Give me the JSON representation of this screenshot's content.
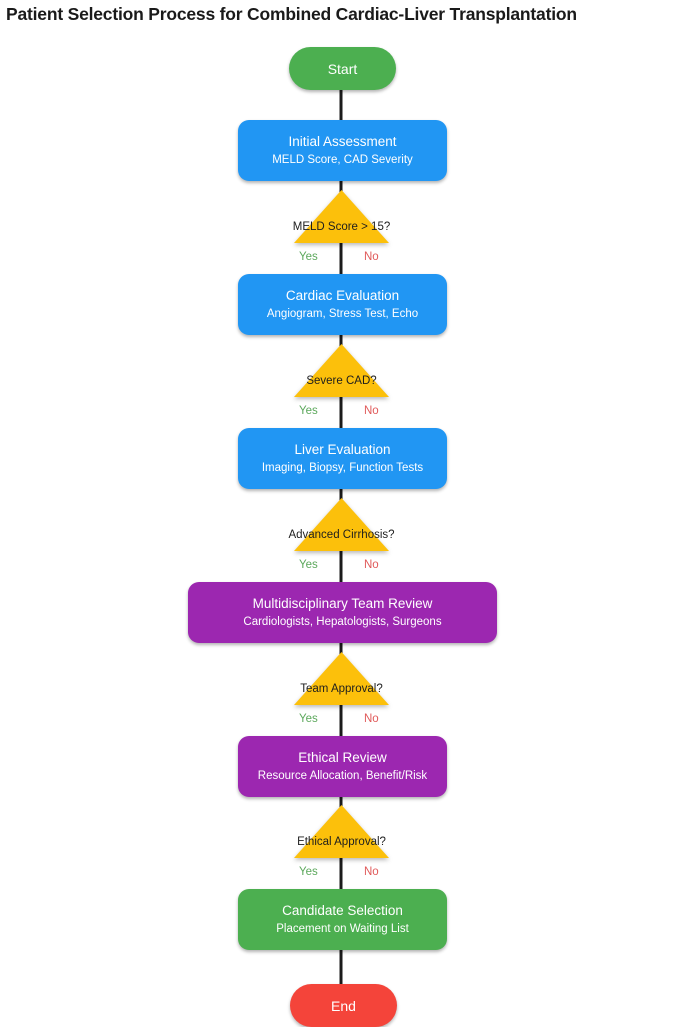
{
  "page": {
    "title": "Patient Selection Process for Combined Cardiac-Liver Transplantation",
    "background": "#ffffff"
  },
  "colors": {
    "start_green": "#4caf50",
    "process_blue": "#2196f3",
    "review_purple": "#9c27b0",
    "selection_green": "#4caf50",
    "end_red": "#f4443a",
    "decision_yellow": "#fcc00b",
    "connector": "#1b1b1b",
    "yes_label": "#5ca85c",
    "no_label": "#e05a5a",
    "node_text": "#ffffff",
    "decision_text": "#1e1e1e",
    "title_text": "#1a1a1a"
  },
  "flow": {
    "nodes": [
      {
        "id": "start",
        "shape": "terminator",
        "label": "Start",
        "sublabel": "",
        "color": "#4caf50"
      },
      {
        "id": "initial-assessment",
        "shape": "process",
        "label": "Initial Assessment",
        "sublabel": "MELD Score, CAD Severity",
        "color": "#2196f3"
      },
      {
        "id": "cardiac-evaluation",
        "shape": "process",
        "label": "Cardiac Evaluation",
        "sublabel": "Angiogram, Stress Test, Echo",
        "color": "#2196f3"
      },
      {
        "id": "liver-evaluation",
        "shape": "process",
        "label": "Liver Evaluation",
        "sublabel": "Imaging, Biopsy, Function Tests",
        "color": "#2196f3"
      },
      {
        "id": "multidisciplinary-team-review",
        "shape": "process",
        "label": "Multidisciplinary Team Review",
        "sublabel": "Cardiologists, Hepatologists, Surgeons",
        "color": "#9c27b0"
      },
      {
        "id": "ethical-review",
        "shape": "process",
        "label": "Ethical Review",
        "sublabel": "Resource Allocation, Benefit/Risk",
        "color": "#9c27b0"
      },
      {
        "id": "candidate-selection",
        "shape": "process",
        "label": "Candidate Selection",
        "sublabel": "Placement on Waiting List",
        "color": "#4caf50"
      },
      {
        "id": "end",
        "shape": "terminator",
        "label": "End",
        "sublabel": "",
        "color": "#f4443a"
      }
    ],
    "decisions": [
      {
        "id": "meld-score",
        "label": "MELD Score > 15?",
        "yes": "Yes",
        "no": "No"
      },
      {
        "id": "severe-cad",
        "label": "Severe CAD?",
        "yes": "Yes",
        "no": "No"
      },
      {
        "id": "advanced-cirrhosis",
        "label": "Advanced Cirrhosis?",
        "yes": "Yes",
        "no": "No"
      },
      {
        "id": "team-approval",
        "label": "Team Approval?",
        "yes": "Yes",
        "no": "No"
      },
      {
        "id": "ethical-approval",
        "label": "Ethical Approval?",
        "yes": "Yes",
        "no": "No"
      }
    ]
  }
}
